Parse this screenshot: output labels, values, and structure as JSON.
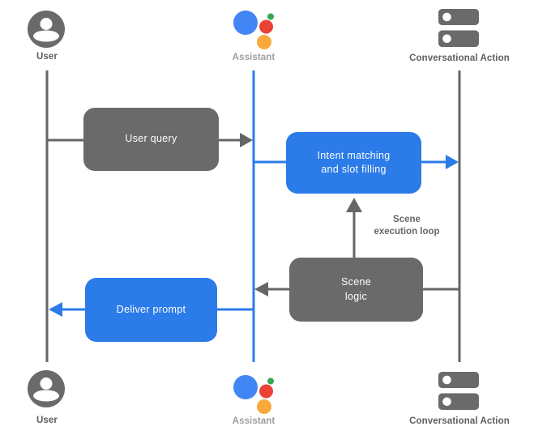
{
  "diagram": {
    "description": "Sequence diagram: a user query flows through the Assistant to a Conversational Action for intent matching and slot filling; scene logic runs in a scene execution loop and a prompt is delivered back to the user.",
    "actors": {
      "top": [
        {
          "label": "User"
        },
        {
          "label": "Assistant"
        },
        {
          "label": "Conversational Action"
        }
      ],
      "bottom": [
        {
          "label": "User"
        },
        {
          "label": "Assistant"
        },
        {
          "label": "Conversational Action"
        }
      ]
    },
    "boxes": {
      "user_query": {
        "label": "User query"
      },
      "intent": {
        "line1": "Intent matching",
        "line2": "and slot filling"
      },
      "scene_logic": {
        "line1": "Scene",
        "line2": "logic"
      },
      "deliver_prompt": {
        "label": "Deliver prompt"
      }
    },
    "annotations": {
      "scene_loop": {
        "line1": "Scene",
        "line2": "execution loop"
      }
    },
    "flows": [
      {
        "name": "user-query",
        "from": "User",
        "to": "Assistant",
        "color": "gray"
      },
      {
        "name": "intent-matching",
        "from": "Assistant",
        "to": "Conversational Action",
        "color": "blue"
      },
      {
        "name": "scene-execution-loop",
        "from": "Scene logic",
        "to": "Intent matching",
        "color": "gray"
      },
      {
        "name": "scene-logic",
        "from": "Conversational Action",
        "to": "Assistant",
        "color": "gray"
      },
      {
        "name": "deliver-prompt",
        "from": "Assistant",
        "to": "User",
        "color": "blue"
      }
    ],
    "colors": {
      "blue": "#2b7be9",
      "gray_box": "#6a6a6a",
      "line_gray": "#666666",
      "assistant_blue": "#4285f4",
      "assistant_red": "#ea4335",
      "assistant_yellow": "#f9a93c",
      "assistant_green": "#34a853",
      "label_dark": "#5e5e5e",
      "label_light": "#9e9e9e",
      "white": "#ffffff"
    }
  }
}
